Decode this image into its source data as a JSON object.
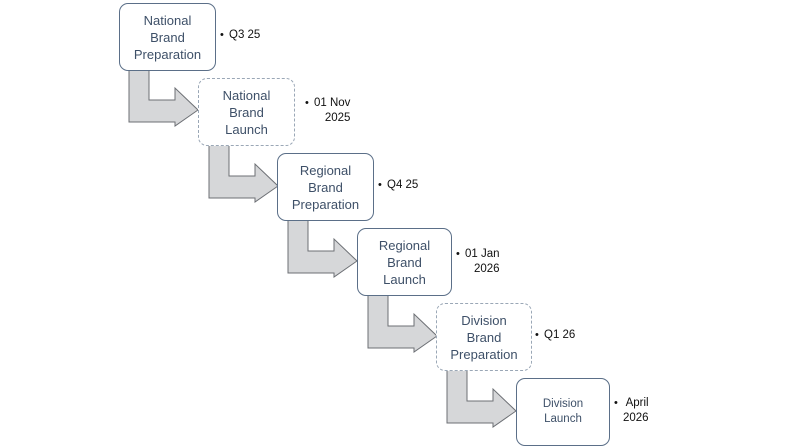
{
  "steps": [
    {
      "label": "National\nBrand\nPreparation",
      "date": "Q3 25"
    },
    {
      "label": "National\nBrand\nLaunch",
      "date": "01 Nov\n2025"
    },
    {
      "label": "Regional\nBrand\nPreparation",
      "date": "Q4 25"
    },
    {
      "label": "Regional\nBrand\nLaunch",
      "date": "01 Jan\n2026"
    },
    {
      "label": "Division\nBrand\nPreparation",
      "date": "Q1 26"
    },
    {
      "label": "Division\nLaunch",
      "date": "April\n2026"
    }
  ],
  "bullet": "•",
  "colors": {
    "box_border": "#5b6f88",
    "box_text": "#3e5068",
    "arrow_fill": "#d6d7d9",
    "arrow_stroke": "#6c6f74"
  }
}
